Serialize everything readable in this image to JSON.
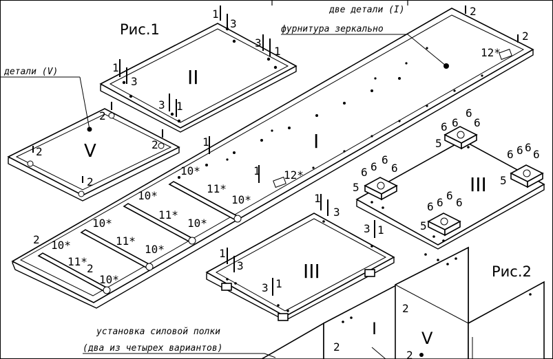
{
  "labels": {
    "fig1": "Рис.1",
    "fig2": "Рис.2",
    "top_note_line1": "две детали (I)",
    "top_note_line2": "фурнитура зеркально",
    "left_note": "детали (V)",
    "bottom_note_line1": "установка силовой полки",
    "bottom_note_line2": "(два из четырех вариантов)"
  },
  "parts": {
    "I": "I",
    "II": "II",
    "III_right": "III",
    "III_bottom": "III",
    "V": "V",
    "cab_I": "I",
    "cab_V": "V"
  },
  "callouts": {
    "n1": "1",
    "n2": "2",
    "n3": "3",
    "n5": "5",
    "n6": "6",
    "n10": "10*",
    "n11": "11*",
    "n12": "12*"
  }
}
